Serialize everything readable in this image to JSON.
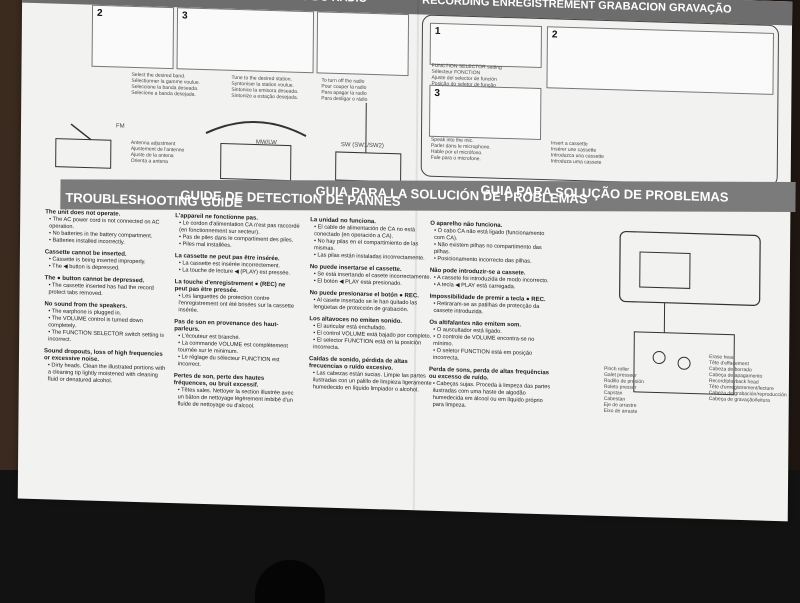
{
  "left_header": "LA RADIO DE LA RADIO DO RADIO",
  "right_header": "RECORDING ENREGISTREMENT GRABACION GRAVAÇÃO",
  "left_steps": [
    "2",
    "3"
  ],
  "right_steps": [
    "1",
    "2",
    "3"
  ],
  "antenna_labels": [
    "Antenna adjustment",
    "Ajustement de l'antenne",
    "Ajuste de la antena",
    "Orienta a antena"
  ],
  "band_labels": [
    "FM",
    "MW/LW",
    "SW (SW1/SW2)"
  ],
  "step_captions_left": [
    "Select the desired band.\nSélectionner la gamme voulue.\nSeleccione la banda deseada.\nSelecione a banda desejada.",
    "Tune to the desired station.\nSyntoniser la station voulue.\nSintonice la emisora deseada.\nSintonize a estação desejada.",
    "To turn off the radio\nPour couper la radio\nPara apagar la radio\nPara desligar o rádio"
  ],
  "step_captions_right": [
    "FUNCTION SELECTOR setting\nSélecteur FONCTION\nAjuste del selector de función\nPosição do seletor de função",
    "Speak into the mic.\nParler dans le microphone.\nHable por el micrófono.\nFale para o microfone.",
    "Insert a cassette\nInsérer une cassette\nIntroduzca una cassette\nIntroduza uma cassete"
  ],
  "trouble_headers": [
    "TROUBLESHOOTING GUIDE",
    "GUIDE DE DETECTION DE PANNES",
    "GUIA PARA LA SOLUCIÓN DE PROBLEMAS",
    "GUIA PARA SOLUÇÃO DE PROBLEMAS"
  ],
  "col_en": [
    {
      "h": "The unit does not operate.",
      "b": [
        "The AC power cord is not connected on AC operation.",
        "No batteries in the battery compartment.",
        "Batteries installed incorrectly."
      ]
    },
    {
      "h": "Cassette cannot be inserted.",
      "b": [
        "Cassette is being inserted improperly.",
        "The ◀ button is depressed."
      ]
    },
    {
      "h": "The ● button cannot be depressed.",
      "b": [
        "The cassette inserted has had the record protect tabs removed."
      ]
    },
    {
      "h": "No sound from the speakers.",
      "b": [
        "The earphone is plugged in.",
        "The VOLUME control is turned down completely.",
        "The FUNCTION SELECTOR switch setting is incorrect."
      ]
    },
    {
      "h": "Sound dropouts, loss of high frequencies or excessive noise.",
      "b": [
        "Dirty heads. Clean the illustrated portions with a cleaning tip lightly moistened with cleaning fluid or denatured alcohol."
      ]
    }
  ],
  "col_fr": [
    {
      "h": "L'appareil ne fonctionne pas.",
      "b": [
        "Le cordon d'alimentation CA n'est pas raccordé (en fonctionnement sur secteur).",
        "Pas de piles dans le compartiment des piles.",
        "Piles mal installées."
      ]
    },
    {
      "h": "La cassette ne peut pas être insérée.",
      "b": [
        "La cassette est insérée incorrectement.",
        "La touche de lecture ◀ (PLAY) est pressée."
      ]
    },
    {
      "h": "La touche d'enregistrement ● (REC) ne peut pas être pressée.",
      "b": [
        "Les languettes de protection contre l'enregistrement ont été brisées sur la cassette insérée."
      ]
    },
    {
      "h": "Pas de son en provenance des haut-parleurs.",
      "b": [
        "L'écouteur est branché.",
        "La commande VOLUME est complètement tournée sur le minimum.",
        "Le réglage du sélecteur FUNCTION est incorrect."
      ]
    },
    {
      "h": "Pertes de son, perte des hautes fréquences, ou bruit excessif.",
      "b": [
        "Têtes sales. Nettoyer la section illustrée avec un bâton de nettoyage légèrement imbibé d'un fluide de nettoyage ou d'alcool."
      ]
    }
  ],
  "col_es": [
    {
      "h": "La unidad no funciona.",
      "b": [
        "El cable de alimentación de CA no está conectado (en operación a CA).",
        "No hay pilas en el compartimiento de las mismas.",
        "Las pilas están instaladas incorrectamente."
      ]
    },
    {
      "h": "No puede insertarse el cassette.",
      "b": [
        "Se está insertando el casete incorrectamente.",
        "El botón ◀ PLAY está presionado."
      ]
    },
    {
      "h": "No puede presionarse el botón ● REC.",
      "b": [
        "Al casete insertado se le han quitado las lengüetas de protección de grabación."
      ]
    },
    {
      "h": "Los altavoces no emiten sonido.",
      "b": [
        "El auricular está enchufado.",
        "El control VOLUME está bajado por completo.",
        "El selector FUNCTION está en la posición incorrecta."
      ]
    },
    {
      "h": "Caídas de sonido, pérdida de altas frecuencias o ruido excesivo.",
      "b": [
        "Las cabezas están sucias. Limpie las partes ilustradas con un palillo de limpieza ligeramente humedecido en líquido limpiador o alcohol."
      ]
    }
  ],
  "col_pt": [
    {
      "h": "O aparelho não funciona.",
      "b": [
        "O cabo CA não está ligado (funcionamento com CA).",
        "Não existem pilhas no compartimento das pilhas.",
        "Posicionamento incorrecto das pilhas."
      ]
    },
    {
      "h": "Não pode introduzir-se a cassete.",
      "b": [
        "A cassete foi introduzida de modo incorrecto.",
        "A tecla ◀ PLAY está carregada."
      ]
    },
    {
      "h": "Impossibilidade de premir a tecla ● REC.",
      "b": [
        "Retiraram-se as patilhas de protecção da cassete introduzida."
      ]
    },
    {
      "h": "Os altifalantes não emitem som.",
      "b": [
        "O auscultador está ligado.",
        "O controle de VOLUME encontra-se no mínimo.",
        "O seletor FUNCTION está em posição incorrecta."
      ]
    },
    {
      "h": "Perda de sons, perda de altas frequências ou excesso de ruído.",
      "b": [
        "Cabeças sujas. Proceda à limpeza das partes ilustradas com uma haste de algodão humedecida em álcool ou em líquido próprio para limpeza."
      ]
    }
  ],
  "diagram_labels_left": [
    "Pinch roller",
    "Galet presseur",
    "Rodillo de presión",
    "Roleto pressor",
    "Capstan",
    "Cabestan",
    "Eje de arrastre",
    "Eixo de arraste"
  ],
  "diagram_labels_right": [
    "Erase head",
    "Tête d'effacement",
    "Cabeza de borrado",
    "Cabeça de apagamento",
    "Record/playback head",
    "Tête d'enregistrement/lecture",
    "Cabeza de grabación/reproducción",
    "Cabeça de gravação/leitura"
  ],
  "colors": {
    "band": "#6d6d6d",
    "paper": "#f2f2f0",
    "floor": "#121212"
  }
}
